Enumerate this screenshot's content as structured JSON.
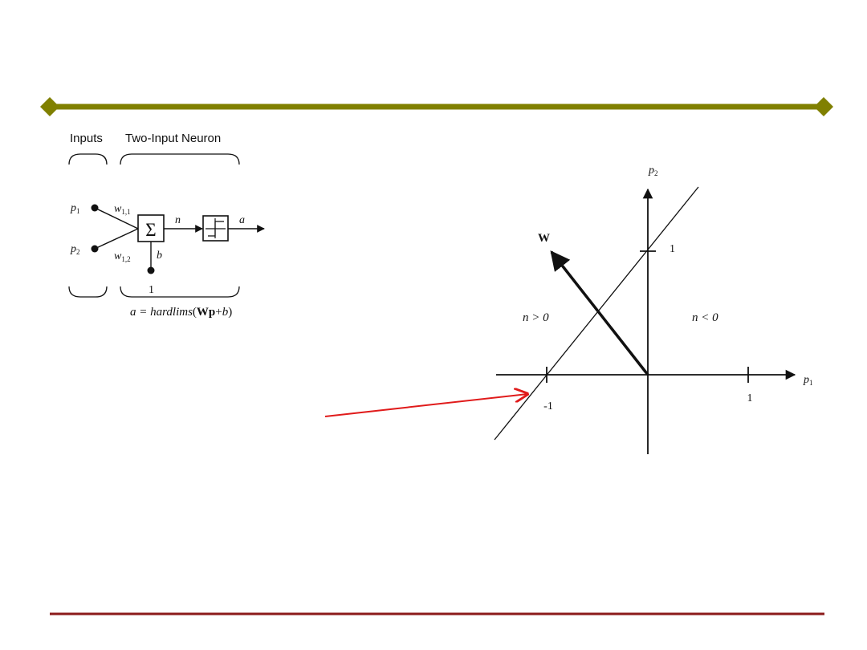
{
  "colors": {
    "top_rule": "#808000",
    "bottom_rule": "#8b1a1a",
    "pointer_arrow": "#e01b1b",
    "ink": "#111111"
  },
  "neuron_diagram": {
    "inputs_heading": "Inputs",
    "neuron_heading": "Two-Input Neuron",
    "input_1": "p",
    "input_1_sub": "1",
    "input_2": "p",
    "input_2_sub": "2",
    "weight_1": "w",
    "weight_1_sub": "1,1",
    "weight_2": "w",
    "weight_2_sub": "1,2",
    "summation_symbol": "Σ",
    "net_input_label": "n",
    "output_label": "a",
    "bias_label": "b",
    "bias_input": "1",
    "equation_lhs": "a = ",
    "equation_fn": "hardlims",
    "equation_open": "(",
    "equation_wp": "Wp",
    "equation_plus": "+",
    "equation_b": "b",
    "equation_close": ")"
  },
  "boundary_plot": {
    "x_axis_label": "p",
    "x_axis_sub": "1",
    "y_axis_label": "p",
    "y_axis_sub": "2",
    "weight_vector_label": "W",
    "region_left": "n > 0",
    "region_right": "n < 0",
    "tick_x_neg": "-1",
    "tick_x_pos": "1",
    "tick_y_pos": "1"
  }
}
